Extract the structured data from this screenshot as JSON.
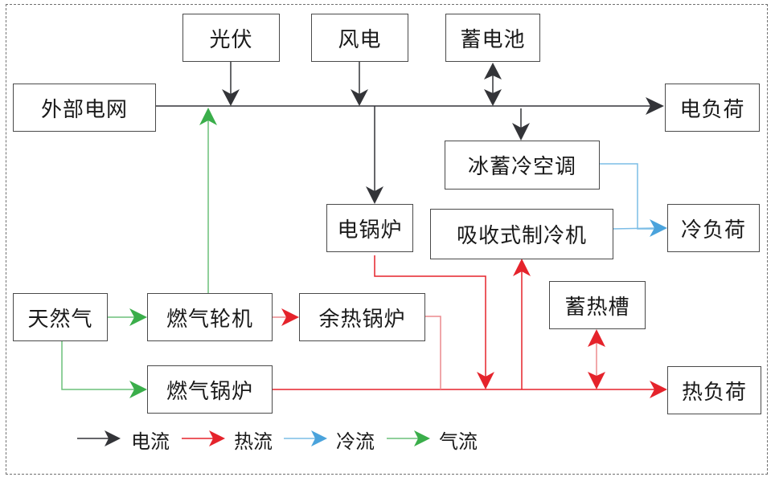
{
  "diagram": {
    "title": "",
    "nodes": {
      "pv": "光伏",
      "wind": "风电",
      "battery": "蓄电池",
      "grid": "外部电网",
      "elec_load": "电负荷",
      "ice_ac": "冰蓄冷空调",
      "elec_boiler": "电锅炉",
      "abs_chiller": "吸收式制冷机",
      "cool_load": "冷负荷",
      "natural_gas": "天然气",
      "gas_turbine": "燃气轮机",
      "waste_heat_boiler": "余热锅炉",
      "heat_tank": "蓄热槽",
      "gas_boiler": "燃气锅炉",
      "heat_load": "热负荷"
    },
    "edges": [
      {
        "from": "光伏",
        "to": "电母线",
        "type": "电流"
      },
      {
        "from": "风电",
        "to": "电母线",
        "type": "电流"
      },
      {
        "from": "蓄电池",
        "to": "电母线",
        "type": "电流",
        "bidirectional": true
      },
      {
        "from": "外部电网",
        "to": "电母线",
        "type": "电流"
      },
      {
        "from": "电母线",
        "to": "电负荷",
        "type": "电流"
      },
      {
        "from": "电母线",
        "to": "冰蓄冷空调",
        "type": "电流"
      },
      {
        "from": "电母线",
        "to": "电锅炉",
        "type": "电流"
      },
      {
        "from": "燃气轮机",
        "to": "电母线",
        "type": "气流"
      },
      {
        "from": "天然气",
        "to": "燃气轮机",
        "type": "气流"
      },
      {
        "from": "天然气",
        "to": "燃气锅炉",
        "type": "气流"
      },
      {
        "from": "燃气轮机",
        "to": "余热锅炉",
        "type": "热流"
      },
      {
        "from": "余热锅炉",
        "to": "热母线",
        "type": "热流"
      },
      {
        "from": "电锅炉",
        "to": "热母线",
        "type": "热流"
      },
      {
        "from": "燃气锅炉",
        "to": "热母线",
        "type": "热流"
      },
      {
        "from": "热母线",
        "to": "吸收式制冷机",
        "type": "热流"
      },
      {
        "from": "蓄热槽",
        "to": "热母线",
        "type": "热流",
        "bidirectional": true
      },
      {
        "from": "热母线",
        "to": "热负荷",
        "type": "热流"
      },
      {
        "from": "冰蓄冷空调",
        "to": "冷负荷",
        "type": "冷流"
      },
      {
        "from": "吸收式制冷机",
        "to": "冷负荷",
        "type": "冷流"
      }
    ]
  },
  "legend": [
    {
      "label": "电流",
      "color": "#333438"
    },
    {
      "label": "热流",
      "color": "#e5232b"
    },
    {
      "label": "冷流",
      "color": "#4aa3dc"
    },
    {
      "label": "气流",
      "color": "#3aae4a"
    }
  ],
  "colors": {
    "electric": "#333438",
    "heat": "#e5232b",
    "cold": "#4aa3dc",
    "gas": "#3aae4a",
    "border": "#4a4a4a"
  }
}
